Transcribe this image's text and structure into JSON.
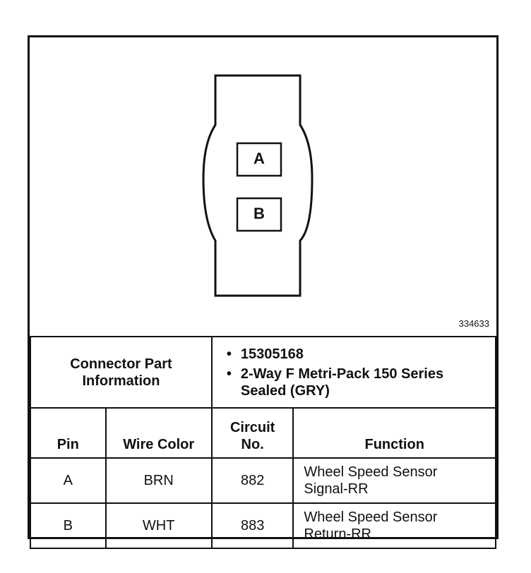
{
  "figure_number": "334633",
  "connector": {
    "pins": [
      "A",
      "B"
    ]
  },
  "connector_info": {
    "label": "Connector Part Information",
    "items": [
      "15305168",
      "2-Way F Metri-Pack 150 Series Sealed (GRY)"
    ]
  },
  "table": {
    "headers": {
      "pin": "Pin",
      "wire_color": "Wire Color",
      "circuit": "Circuit No.",
      "function": "Function"
    },
    "rows": [
      {
        "pin": "A",
        "wire_color": "BRN",
        "circuit": "882",
        "function": "Wheel Speed Sensor Signal-RR"
      },
      {
        "pin": "B",
        "wire_color": "WHT",
        "circuit": "883",
        "function": "Wheel Speed Sensor Return-RR"
      }
    ]
  }
}
